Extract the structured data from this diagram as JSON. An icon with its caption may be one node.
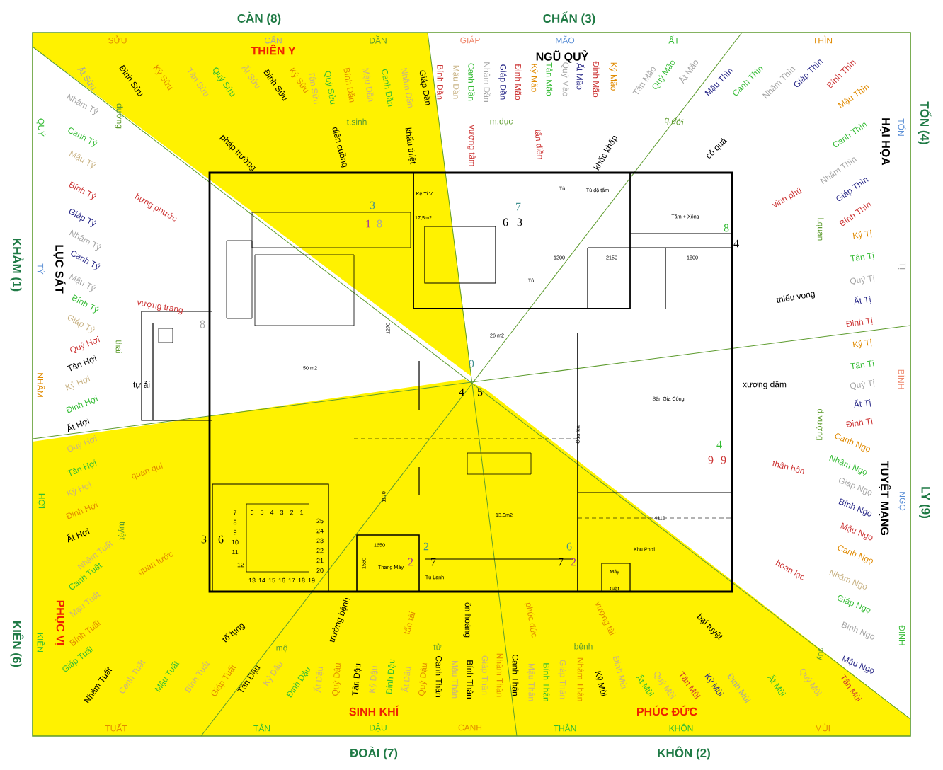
{
  "diagram": {
    "labels": [
      "CÀN (8)",
      "CHẤN (3)",
      "TỐN (4)",
      "LY (9)",
      "KHÔN (2)",
      "ĐOÀI (7)",
      "KIÊN (6)",
      "KHẢM (1)",
      "SỬU",
      "CẤN",
      "DẦN",
      "GIÁP",
      "MÃO",
      "ẤT",
      "THÌN",
      "TỐN",
      "TỊ",
      "BÍNH",
      "NGỌ",
      "ĐINH",
      "MÙI",
      "KHÔN",
      "THÂN",
      "CANH",
      "DẬU",
      "TÂN",
      "TUẤT",
      "KIỀN",
      "HỢI",
      "NHÂM",
      "TÝ",
      "QUÝ",
      "THIÊN Y",
      "NGŨ QUỶ",
      "HẠI HỌA",
      "TUYỆT MẠNG",
      "PHÚC ĐỨC",
      "SINH KHÍ",
      "PHỤC VỊ",
      "LỤC SÁT",
      "Ất Sửu",
      "Đinh Sửu",
      "Kỷ Sửu",
      "Tân Sửu",
      "Quý Sửu",
      "Ất Sửu",
      "Đinh Sửu",
      "Kỷ Sửu",
      "Tân Sửu",
      "Quý Sửu",
      "Bính Dần",
      "Mậu Dần",
      "Canh Dần",
      "Nhâm Dần",
      "Giáp Dần",
      "Bính Dần",
      "Mậu Dần",
      "Canh Dần",
      "Nhâm Dần",
      "Giáp Dần",
      "Đinh Mão",
      "Kỷ Mão",
      "Tân Mão",
      "Quý Mão",
      "Ất Mão",
      "Đinh Mão",
      "Kỷ Mão",
      "Tân Mão",
      "Quý Mão",
      "Ất Mão",
      "Mậu Thìn",
      "Canh Thìn",
      "Nhâm Thìn",
      "Giáp Thìn",
      "Bính Thìn",
      "Mậu Thìn",
      "Canh Thìn",
      "Nhâm Thìn",
      "Giáp Thìn",
      "Bính Thìn",
      "Kỷ Tị",
      "Tân Tị",
      "Quý Tị",
      "Ất Tị",
      "Đinh Tị",
      "Kỷ Tị",
      "Tân Tị",
      "Quý Tị",
      "Ất Tị",
      "Đinh Tị",
      "Canh Ngọ",
      "Nhâm Ngọ",
      "Giáp Ngọ",
      "Bính Ngọ",
      "Mậu Ngọ",
      "Canh Ngọ",
      "Nhâm Ngọ",
      "Giáp Ngọ",
      "Bính Ngọ",
      "Mậu Ngọ",
      "Tân Mùi",
      "Quý Mùi",
      "Ất Mùi",
      "Đinh Mùi",
      "Kỷ Mùi",
      "Tân Mùi",
      "Quý Mùi",
      "Ất Mùi",
      "Đinh Mùi",
      "Kỷ Mùi",
      "Nhâm Thân",
      "Giáp Thân",
      "Bính Thân",
      "Mậu Thân",
      "Canh Thân",
      "Nhâm Thân",
      "Giáp Thân",
      "Bính Thân",
      "Mậu Thân",
      "Canh Thân",
      "Quý Dậu",
      "Ất Dậu",
      "Đinh Dậu",
      "Kỷ Dậu",
      "Tân Dậu",
      "Quý Dậu",
      "Ất Dậu",
      "Đinh Dậu",
      "Kỷ Dậu",
      "Tân Dậu",
      "Giáp Tuất",
      "Bính Tuất",
      "Mậu Tuất",
      "Canh Tuất",
      "Nhâm Tuất",
      "Giáp Tuất",
      "Bính Tuất",
      "Mậu Tuất",
      "Canh Tuất",
      "Nhâm Tuất",
      "Ất Hợi",
      "Đinh Hợi",
      "Kỷ Hợi",
      "Tân Hợi",
      "Quý Hợi",
      "Ất Hợi",
      "Đinh Hợi",
      "Kỷ Hợi",
      "Tân Hợi",
      "Quý Hợi",
      "Giáp Tý",
      "Bính Tý",
      "Mậu Tý",
      "Canh Tý",
      "Nhâm Tý",
      "Giáp Tý",
      "Bính Tý",
      "Mậu Tý",
      "Canh Tý",
      "Nhâm Tý",
      "pháp trường",
      "điên cuồng",
      "khẩu thiệt",
      "vượng tâm",
      "tấn điền",
      "khốc khấp",
      "cô quả",
      "vinh phú",
      "thiếu vong",
      "xương dâm",
      "thân hôn",
      "hoan lạc",
      "bại tuyệt",
      "vượng tài",
      "phúc đức",
      "ôn hoàng",
      "tấn tài",
      "trưởng bệnh",
      "tố tụng",
      "quan tước",
      "quan quí",
      "tự ải",
      "vượng trang",
      "hưng phước",
      "dưỡng",
      "t.sinh",
      "m.dục",
      "q.đới",
      "l.quan",
      "đ.vượng",
      "suy",
      "bệnh",
      "tử",
      "mộ",
      "tuyệt",
      "thai",
      "Kệ Ti Vi",
      "17,5m2",
      "Tủ",
      "Tủ đồ tắm",
      "Tắm + Xông",
      "1200",
      "2150",
      "1800",
      "Tủ",
      "1270",
      "26 m2",
      "50 m2",
      "Sân Gia Công",
      "Cửa lùa",
      "4110",
      "13,5m2",
      "1170",
      "1650",
      "1550",
      "Thang Máy",
      "Tủ Lạnh",
      "Khu Phơi",
      "Máy Giặt",
      "3",
      "1",
      "8",
      "7",
      "6",
      "3",
      "8",
      "4",
      "9",
      "4",
      "5",
      "4",
      "9",
      "9",
      "3",
      "6",
      "2",
      "7",
      "2",
      "6",
      "7",
      "2",
      "8",
      "1",
      "2",
      "3",
      "4",
      "5",
      "6",
      "7",
      "8",
      "9",
      "10",
      "11",
      "12",
      "13",
      "14",
      "15",
      "16",
      "17",
      "18",
      "19",
      "20",
      "21",
      "22",
      "23",
      "24",
      "25"
    ]
  }
}
